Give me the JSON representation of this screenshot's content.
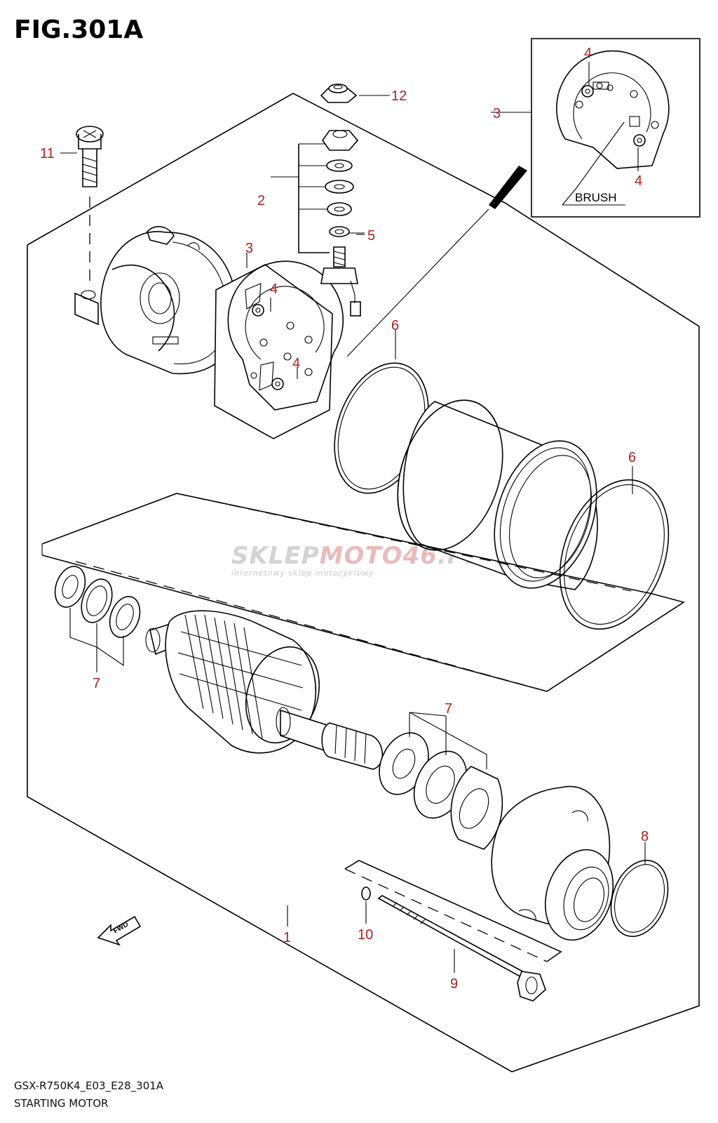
{
  "figure": {
    "title": "FIG.301A",
    "model_code": "GSX-R750K4_E03_E28_301A",
    "name": "STARTING MOTOR"
  },
  "callouts": {
    "c1": "1",
    "c2": "2",
    "c3_left": "3",
    "c3_inset": "3",
    "c4_a": "4",
    "c4_b": "4",
    "c4_inset_top": "4",
    "c4_inset_bottom": "4",
    "c5": "5",
    "c6_a": "6",
    "c6_b": "6",
    "c7_a": "7",
    "c7_b": "7",
    "c8": "8",
    "c9": "9",
    "c10": "10",
    "c11": "11",
    "c12": "12"
  },
  "inset": {
    "label": "BRUSH"
  },
  "fwd": {
    "label": "FWD"
  },
  "watermark": {
    "brand_a": "SKLEP",
    "brand_b": "MOTO46",
    "brand_c": ".PL",
    "tagline": "internetowy sklep motocyklowy"
  },
  "colors": {
    "callout": "#b01e1e",
    "line": "#000000"
  }
}
